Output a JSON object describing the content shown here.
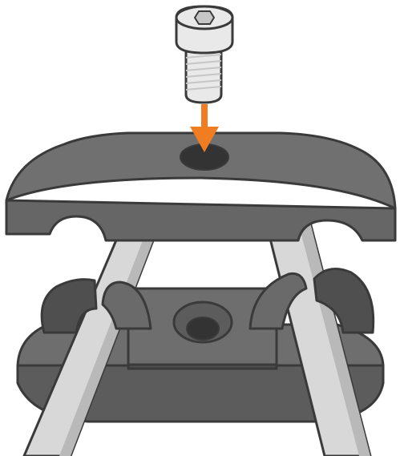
{
  "colors": {
    "outline": "#3a3a3a",
    "clamp_top": "#707070",
    "clamp_top_face": "#666666",
    "base_top": "#6e6e6e",
    "base_front": "#5c5c5c",
    "base_side": "#4e4e4e",
    "rod": "#d8d8d8",
    "rod_shadow": "#b9b9b9",
    "saddle": "#4f4f4f",
    "saddle_light": "#6a6a6a",
    "bolt": "#e9e9e9",
    "bolt_shadow": "#c6c6c6",
    "hole": "#333333",
    "arrow": "#f07d22"
  },
  "parts": [
    "hex-socket-cap-screw",
    "upper-clamp",
    "rails",
    "rail-saddles",
    "lower-clamp-base"
  ],
  "annotation": {
    "type": "insertion-arrow",
    "direction": "down"
  }
}
